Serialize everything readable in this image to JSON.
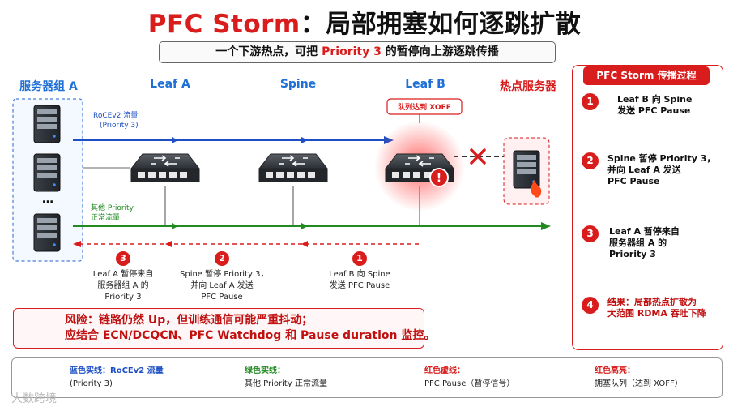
{
  "title": {
    "part1": "PFC Storm",
    "part2": "：局部拥塞如何逐跳扩散"
  },
  "subtitle": {
    "part1": "一个下游热点，可把 ",
    "highlight": "Priority 3",
    "part2": " 的暂停向上游逐跳传播"
  },
  "columns": {
    "servers": "服务器组 A",
    "leaf_a": "Leaf A",
    "spine": "Spine",
    "leaf_b": "Leaf B",
    "hot_server": "热点服务器"
  },
  "labels": {
    "rocev2_line1": "RoCEv2 流量",
    "rocev2_line2": "(Priority 3)",
    "other_line1": "其他 Priority",
    "other_line2": "正常流量",
    "queue_xoff": "队列达到 XOFF",
    "dots": "…"
  },
  "steps": [
    {
      "num": "1",
      "line1": "Leaf B 向 Spine",
      "line2": "发送 PFC Pause",
      "line3": ""
    },
    {
      "num": "2",
      "line1": "Spine 暂停 Priority 3，",
      "line2": "并向 Leaf A 发送",
      "line3": "PFC Pause"
    },
    {
      "num": "3",
      "line1": "Leaf A 暂停来自",
      "line2": "服务器组 A 的",
      "line3": "Priority 3"
    }
  ],
  "risk": {
    "line1": "风险：链路仍然 Up，但训练通信可能严重抖动；",
    "line2": "应结合 ECN/DCQCN、PFC Watchdog 和 Pause duration 监控。"
  },
  "panel": {
    "title": "PFC Storm 传播过程",
    "items": [
      {
        "num": "1",
        "lines": [
          "Leaf B 向 Spine",
          "发送 PFC Pause"
        ]
      },
      {
        "num": "2",
        "lines": [
          "Spine 暂停 Priority 3，",
          "并向 Leaf A 发送",
          "PFC Pause"
        ]
      },
      {
        "num": "3",
        "lines": [
          "Leaf A 暂停来自",
          "服务器组 A 的",
          "Priority 3"
        ]
      },
      {
        "num": "4",
        "lines": [
          "结果：局部热点扩散为",
          "大范围 RDMA 吞吐下降"
        ]
      }
    ]
  },
  "legend": {
    "blue": {
      "line1": "蓝色实线：RoCEv2 流量",
      "line2": "(Priority 3)"
    },
    "green": {
      "line1": "绿色实线：",
      "line2": "其他 Priority 正常流量"
    },
    "red": {
      "line1": "红色虚线：",
      "line2": "PFC Pause（暂停信号）"
    },
    "glow": {
      "line1": "红色高亮：",
      "line2": "拥塞队列（达到 XOFF）"
    }
  },
  "watermark": "大数跨境",
  "colors": {
    "red": "#d91c1c",
    "blue": "#1e4fc4",
    "green": "#218a21",
    "accent_blue": "#1e6fd6"
  }
}
